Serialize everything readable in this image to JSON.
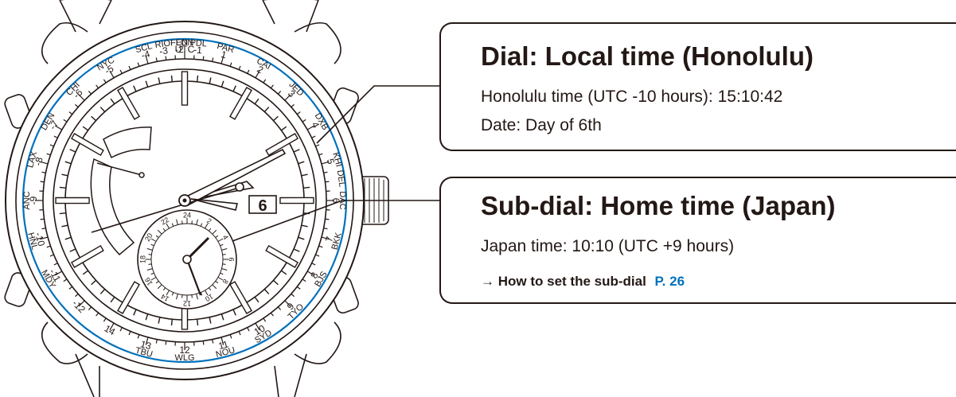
{
  "colors": {
    "ink": "#231815",
    "accent_blue": "#0071bc"
  },
  "bezel": {
    "outer": [
      {
        "code": "LON",
        "num": "UTC",
        "deg": 0
      },
      {
        "code": "PAR",
        "num": "1",
        "deg": 15
      },
      {
        "code": "CAI",
        "num": "2",
        "deg": 30
      },
      {
        "code": "JED",
        "num": "3",
        "deg": 45
      },
      {
        "code": "DXB",
        "num": "4",
        "deg": 60
      },
      {
        "code": "KHI",
        "num": "5",
        "deg": 75
      },
      {
        "code": "DEL",
        "num": "",
        "deg": 82
      },
      {
        "code": "DAC",
        "num": "6",
        "deg": 90
      },
      {
        "code": "BKK",
        "num": "7",
        "deg": 105
      },
      {
        "code": "BJS",
        "num": "8",
        "deg": 120
      },
      {
        "code": "TYO",
        "num": "9",
        "deg": 135
      },
      {
        "code": "SYD",
        "num": "10",
        "deg": 150
      },
      {
        "code": "NOU",
        "num": "11",
        "deg": 165
      },
      {
        "code": "WLG",
        "num": "12",
        "deg": 180
      },
      {
        "code": "TBU",
        "num": "13",
        "deg": 195
      },
      {
        "code": "",
        "num": "14",
        "deg": 210
      },
      {
        "code": "",
        "num": "-12",
        "deg": 225
      },
      {
        "code": "MDY",
        "num": "-11",
        "deg": 240
      },
      {
        "code": "HNL",
        "num": "-10",
        "deg": 255
      },
      {
        "code": "ANC",
        "num": "-9",
        "deg": 270
      },
      {
        "code": "LAX",
        "num": "-8",
        "deg": 285
      },
      {
        "code": "DEN",
        "num": "-7",
        "deg": 300
      },
      {
        "code": "CHI",
        "num": "-6",
        "deg": 315
      },
      {
        "code": "NYC",
        "num": "-5",
        "deg": 330
      },
      {
        "code": "SCL",
        "num": "-4",
        "deg": 345
      },
      {
        "code": "RIO",
        "num": "-3",
        "deg": 352
      },
      {
        "code": "FEN",
        "num": "-2",
        "deg": 358
      },
      {
        "code": "PDL",
        "num": "-1",
        "deg": 5
      }
    ]
  },
  "dial": {
    "date": "6"
  },
  "subdial": {
    "numbers": [
      "24",
      "2",
      "4",
      "6",
      "8",
      "10",
      "12",
      "14",
      "16",
      "18",
      "20",
      "22"
    ]
  },
  "box1": {
    "title": "Dial: Local time (Honolulu)",
    "line1": "Honolulu time (UTC -10 hours): 15:10:42",
    "line2": "Date: Day of 6th"
  },
  "box2": {
    "title": "Sub-dial: Home time (Japan)",
    "line1": "Japan time: 10:10 (UTC +9 hours)",
    "link_arrow": "→",
    "link_text": "How to set the sub-dial",
    "link_page": "P. 26"
  }
}
